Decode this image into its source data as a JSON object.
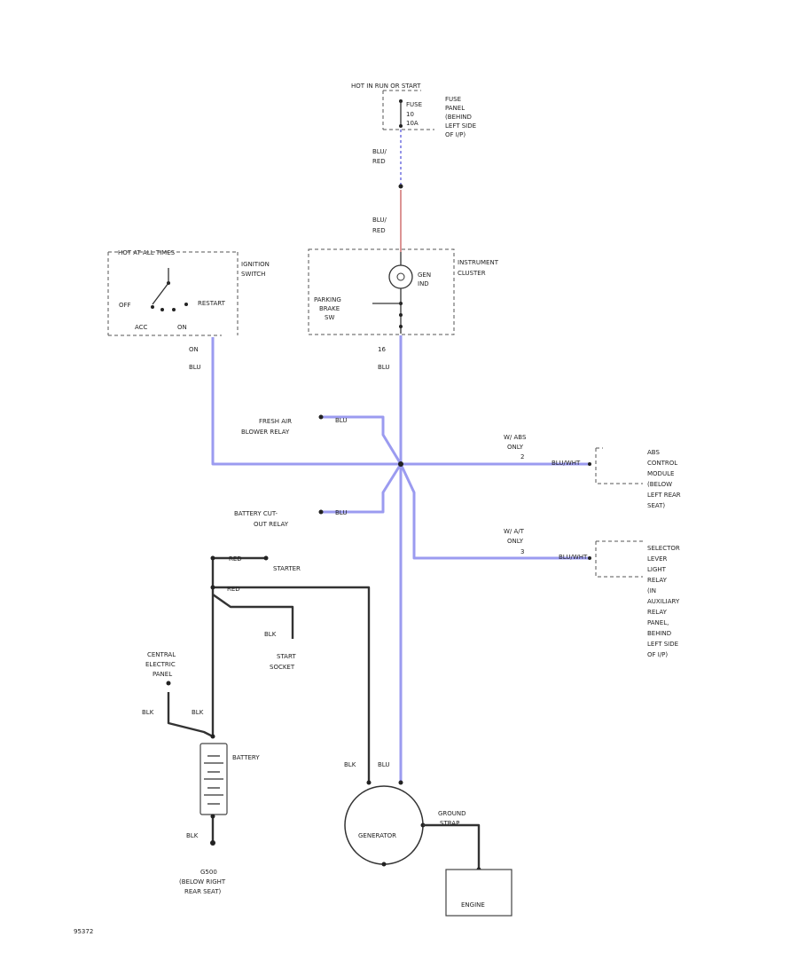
{
  "fuse_panel": {
    "hot_label": "HOT IN RUN OR START",
    "fuse_label": [
      "FUSE",
      "10",
      "10A"
    ],
    "location": [
      "FUSE",
      "PANEL",
      "(BEHIND",
      "LEFT SIDE",
      "OF I/P)"
    ]
  },
  "wire_blu_red_1": [
    "BLU/",
    "RED"
  ],
  "wire_blu_red_2": [
    "BLU/",
    "RED"
  ],
  "ignition_switch": {
    "hot_label": "HOT AT ALL TIMES",
    "name": [
      "IGNITION",
      "SWITCH"
    ],
    "positions": {
      "off": "OFF",
      "restart": "RESTART",
      "acc": "ACC",
      "on": "ON"
    },
    "pin": "ON",
    "wire": "BLU"
  },
  "instrument_cluster": {
    "name": [
      "INSTRUMENT",
      "CLUSTER"
    ],
    "gen_ind": [
      "GEN",
      "IND"
    ],
    "parking_brake": [
      "PARKING",
      "BRAKE",
      "SW"
    ],
    "pin": "16",
    "wire": "BLU"
  },
  "fresh_air": {
    "label": [
      "FRESH AIR",
      "BLOWER RELAY"
    ],
    "wire": "BLU"
  },
  "battery_cutout": {
    "label": [
      "BATTERY CUT-",
      "OUT RELAY"
    ],
    "wire": "BLU"
  },
  "abs_branch": {
    "note": [
      "W/ ABS",
      "ONLY"
    ],
    "pin": "2",
    "wire": "BLU/WHT"
  },
  "abs_module": [
    "ABS",
    "CONTROL",
    "MODULE",
    "(BELOW",
    "LEFT REAR",
    "SEAT)"
  ],
  "at_branch": {
    "note": [
      "W/ A/T",
      "ONLY"
    ],
    "pin": "3",
    "wire": "BLU/WHT"
  },
  "selector_relay": [
    "SELECTOR",
    "LEVER",
    "LIGHT",
    "RELAY",
    "(IN",
    "AUXILIARY",
    "RELAY",
    "PANEL,",
    "BEHIND",
    "LEFT SIDE",
    "OF I/P)"
  ],
  "starter": {
    "wire": "RED",
    "label": "STARTER"
  },
  "main_red_wire": "RED",
  "start_socket": {
    "wire": "BLK",
    "label": [
      "START",
      "SOCKET"
    ]
  },
  "central_panel": {
    "label": [
      "CENTRAL",
      "ELECTRIC",
      "PANEL"
    ],
    "wire_left": "BLK",
    "wire_right": "BLK"
  },
  "battery": {
    "label": "BATTERY",
    "ground_wire": "BLK"
  },
  "ground": {
    "label": [
      "G500",
      "(BELOW RIGHT",
      "REAR SEAT)"
    ]
  },
  "generator": {
    "label": "GENERATOR",
    "wire_left": "BLK",
    "wire_right": "BLU"
  },
  "ground_strap": [
    "GROUND",
    "STRAP"
  ],
  "engine": "ENGINE",
  "figure_id": "95372",
  "colors": {
    "blu_wire": "#9b9bf0",
    "red_wire": "#d07070",
    "blk_wire": "#333333"
  }
}
